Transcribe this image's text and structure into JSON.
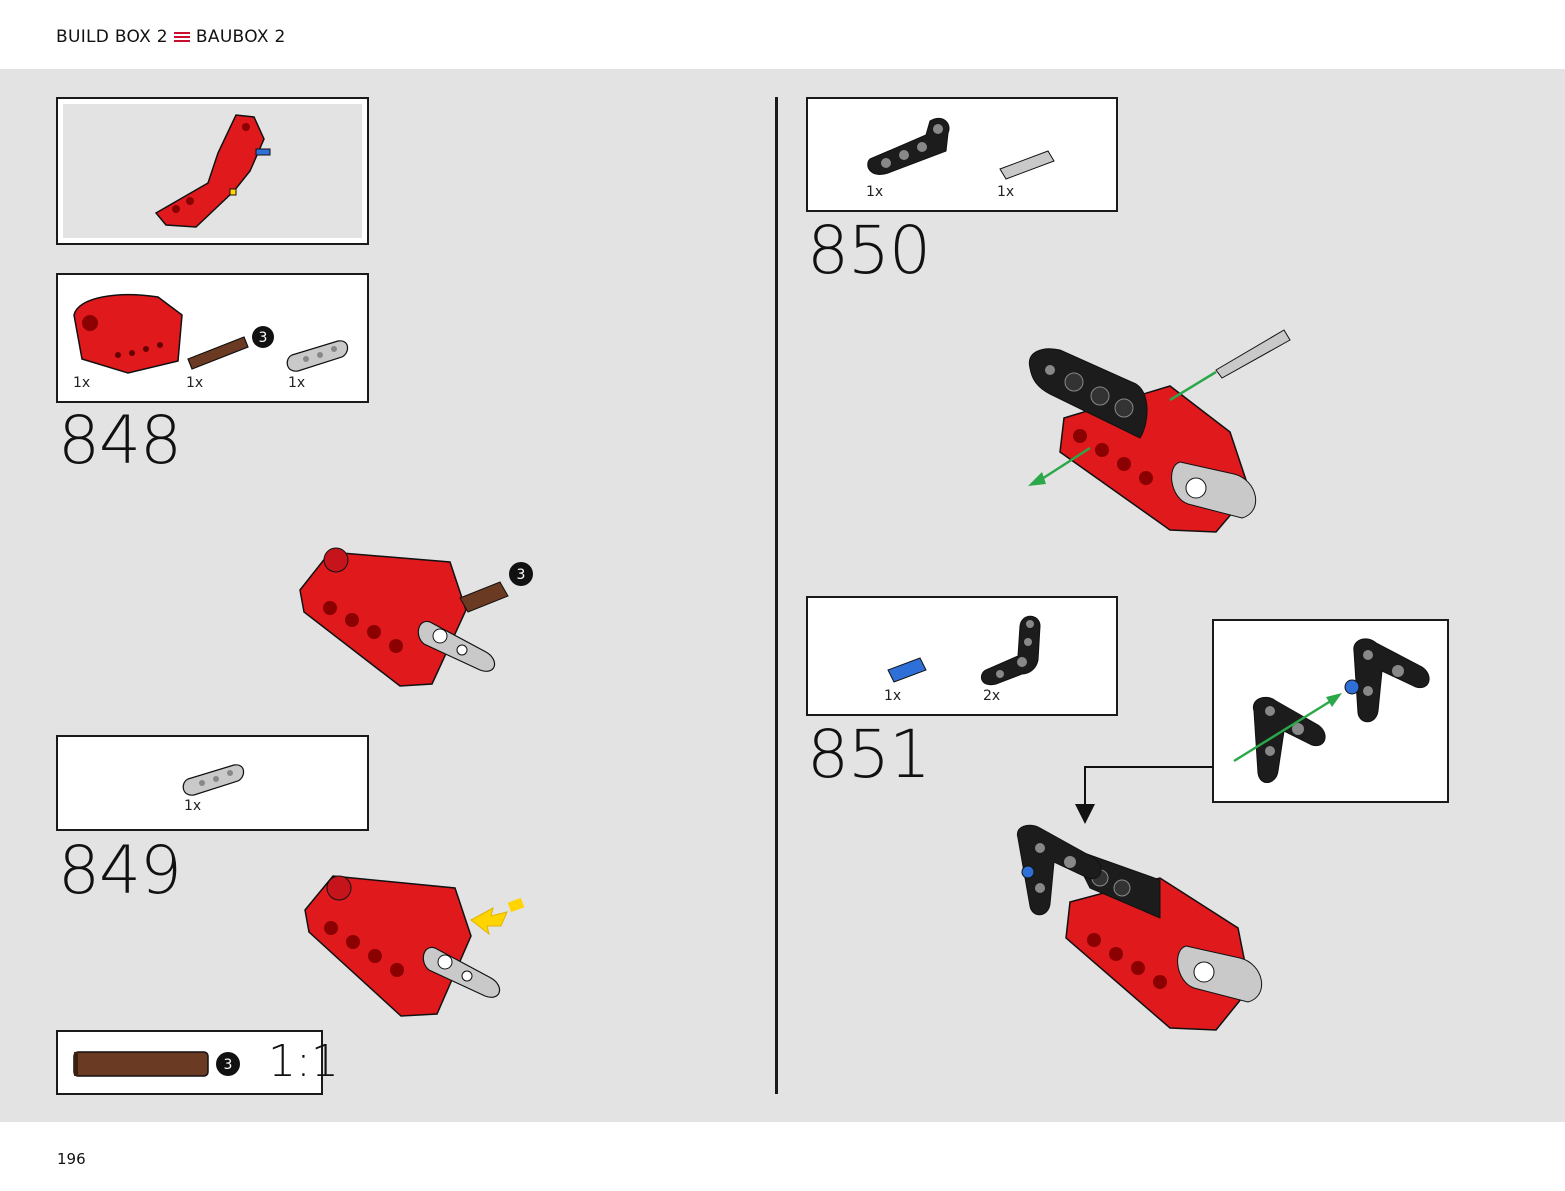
{
  "header": {
    "left": "BUILD BOX 2",
    "right": "BAUBOX 2",
    "icon": "menu-icon",
    "accent": "#c8102e"
  },
  "page_number": "196",
  "steps": [
    {
      "number": "848",
      "parts": [
        {
          "qty": "1x",
          "part": "red-panel"
        },
        {
          "qty": "1x",
          "part": "brown-axle",
          "badge": "3"
        },
        {
          "qty": "1x",
          "part": "gray-beam"
        }
      ],
      "badge": "3"
    },
    {
      "number": "849",
      "parts": [
        {
          "qty": "1x",
          "part": "gray-beam"
        }
      ]
    },
    {
      "number": "850",
      "parts": [
        {
          "qty": "1x",
          "part": "black-beam"
        },
        {
          "qty": "1x",
          "part": "gray-pin"
        }
      ]
    },
    {
      "number": "851",
      "parts": [
        {
          "qty": "1x",
          "part": "blue-pin"
        },
        {
          "qty": "2x",
          "part": "black-angle-beam"
        }
      ]
    }
  ],
  "scale_ref": {
    "badge": "3",
    "ratio": "1:1"
  },
  "colors": {
    "red": "#e0191d",
    "brown": "#6b3a22",
    "gray": "#c9c9c9",
    "black": "#1c1c1c",
    "blue": "#2f6fd8",
    "green": "#2aa84a",
    "yellow": "#ffd400",
    "background": "#e3e3e3"
  }
}
